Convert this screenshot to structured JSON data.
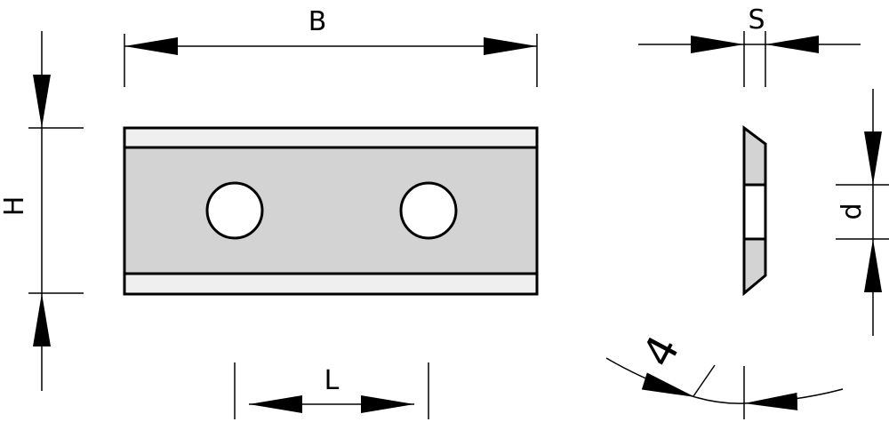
{
  "labels": {
    "width": "B",
    "height": "H",
    "thickness": "S",
    "hole_spacing": "L",
    "hole_distance": "d",
    "angle": "4"
  },
  "colors": {
    "line": "#000000",
    "fill": "#d3d3d3",
    "background": "#ffffff"
  }
}
